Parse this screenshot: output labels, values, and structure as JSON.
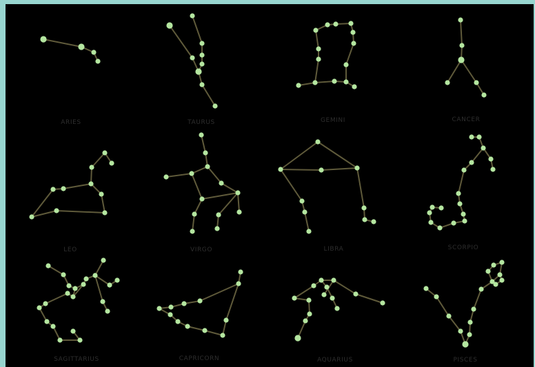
{
  "colors": {
    "frame": "#97d5cf",
    "background": "#000000",
    "line": "#5f5a3a",
    "star": "#b4e6a0",
    "label": "#2e2e2e"
  },
  "constellations": [
    {
      "key": "aries",
      "label": "ARIES"
    },
    {
      "key": "taurus",
      "label": "TAURUS"
    },
    {
      "key": "gemini",
      "label": "GEMINI"
    },
    {
      "key": "cancer",
      "label": "CANCER"
    },
    {
      "key": "leo",
      "label": "LEO"
    },
    {
      "key": "virgo",
      "label": "VIRGO"
    },
    {
      "key": "libra",
      "label": "LIBRA"
    },
    {
      "key": "scorpio",
      "label": "SCORPIO"
    },
    {
      "key": "sagittarius",
      "label": "SAGITTARIUS"
    },
    {
      "key": "capricorn",
      "label": "CAPRICORN"
    },
    {
      "key": "aquarius",
      "label": "AQUARIUS"
    },
    {
      "key": "pisces",
      "label": "PISCES"
    }
  ]
}
